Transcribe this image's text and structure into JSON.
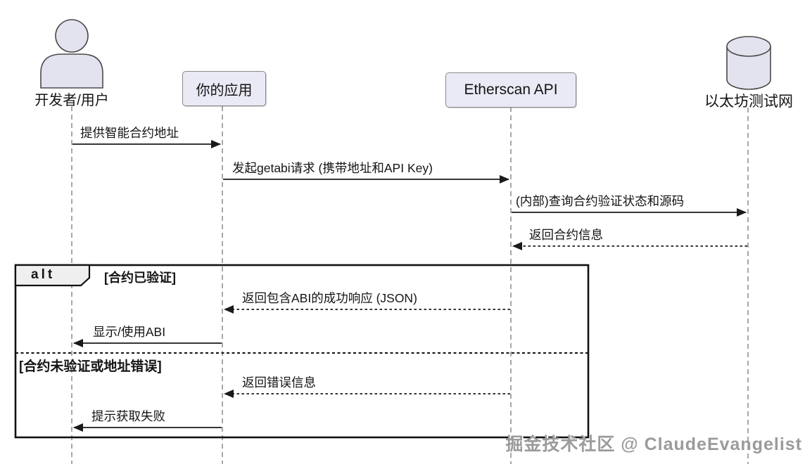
{
  "diagram": {
    "type": "sequence",
    "participants": [
      {
        "id": "developer",
        "label": "开发者/用户",
        "icon": "person-actor-icon"
      },
      {
        "id": "app",
        "label": "你的应用",
        "icon": "none"
      },
      {
        "id": "etherscan",
        "label": "Etherscan API",
        "icon": "none"
      },
      {
        "id": "testnet",
        "label": "以太坊测试网",
        "icon": "database-cylinder-icon"
      }
    ],
    "messages": [
      {
        "n": 1,
        "from": "developer",
        "to": "app",
        "label": "提供智能合约地址",
        "line": "solid"
      },
      {
        "n": 2,
        "from": "app",
        "to": "etherscan",
        "label": "发起getabi请求 (携带地址和API Key)",
        "line": "solid"
      },
      {
        "n": 3,
        "from": "etherscan",
        "to": "testnet",
        "label": "(内部)查询合约验证状态和源码",
        "line": "solid"
      },
      {
        "n": 4,
        "from": "testnet",
        "to": "etherscan",
        "label": "返回合约信息",
        "line": "dashed"
      },
      {
        "n": 5,
        "from": "etherscan",
        "to": "app",
        "label": "返回包含ABI的成功响应 (JSON)",
        "line": "dashed"
      },
      {
        "n": 6,
        "from": "app",
        "to": "developer",
        "label": "显示/使用ABI",
        "line": "solid"
      },
      {
        "n": 7,
        "from": "etherscan",
        "to": "app",
        "label": "返回错误信息",
        "line": "dashed"
      },
      {
        "n": 8,
        "from": "app",
        "to": "developer",
        "label": "提示获取失败",
        "line": "solid"
      }
    ],
    "alt_fragment": {
      "operator": "alt",
      "guard_verified": "[合约已验证]",
      "guard_unverified": "[合约未验证或地址错误]"
    },
    "watermark": "掘金技术社区 @ ClaudeEvangelist",
    "colors": {
      "participant_fill": "#EAEAF6",
      "participant_border": "#8a8a8a",
      "actor_fill": "#E3E3F0",
      "lifeline": "#8a8a8a",
      "arrow": "#1a1a1a",
      "frame_border": "#111111",
      "operator_tab_fill": "#efefef",
      "watermark_color": "#9b9b9b"
    }
  }
}
